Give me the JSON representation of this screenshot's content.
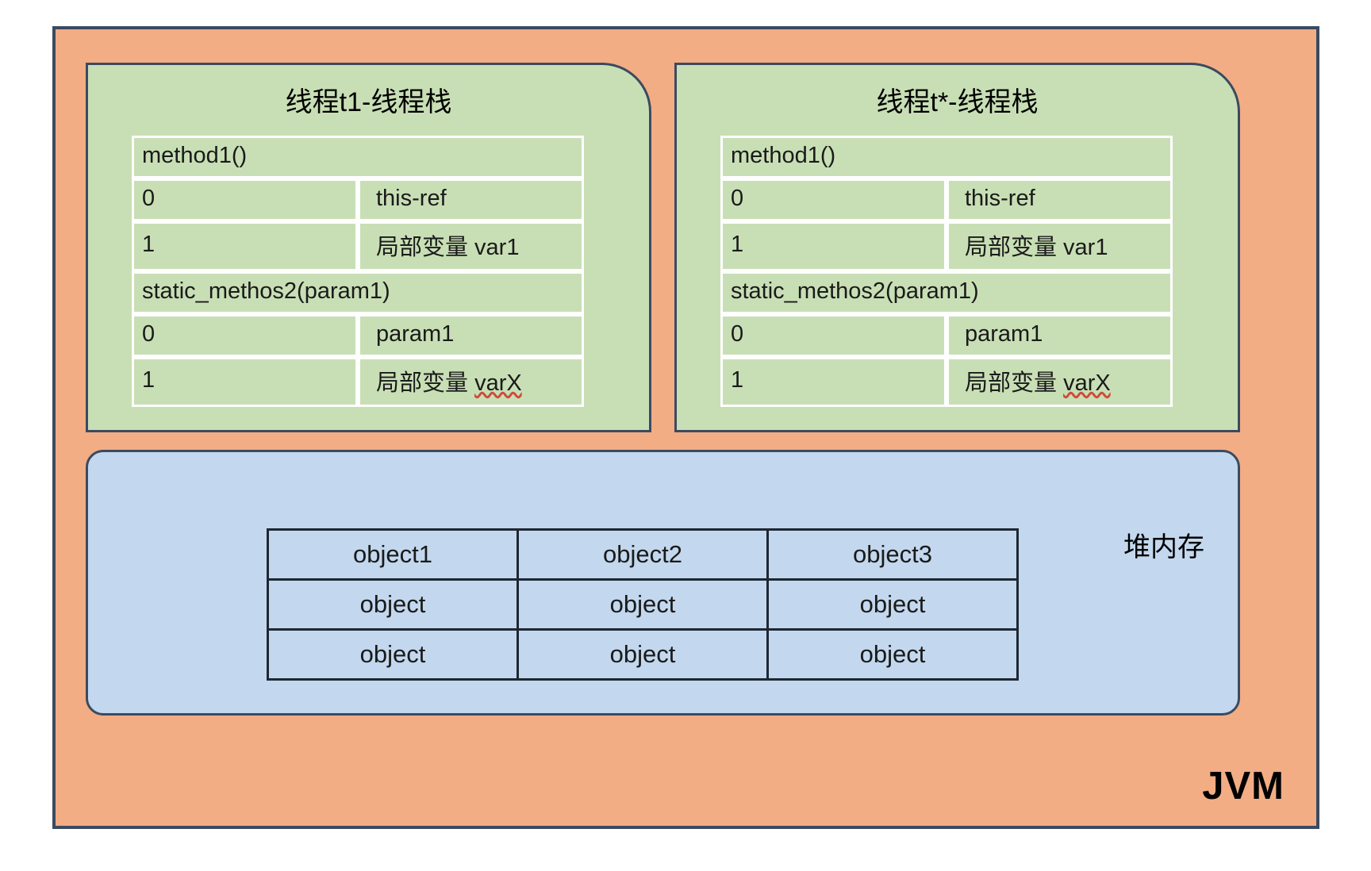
{
  "diagram": {
    "title": "JVM",
    "outer_label": "JVM",
    "colors": {
      "jvm_fill": "#F2AD85",
      "stack_fill": "#C8DFB5",
      "heap_fill": "#C3D8EE",
      "border": "#3B4A61",
      "table_border_light": "#FFFFFF",
      "table_border_dark": "#1E2733",
      "spellcheck_underline": "#D04A3A"
    }
  },
  "stacks": [
    {
      "title": "线程t1-线程栈",
      "frames": [
        {
          "name": "method1()",
          "slots": [
            {
              "index": "0",
              "value": "this-ref",
              "misspelled": false
            },
            {
              "index": "1",
              "value": "局部变量 var1",
              "misspelled": false
            }
          ]
        },
        {
          "name": "static_methos2(param1)",
          "slots": [
            {
              "index": "0",
              "value": "param1",
              "misspelled": false
            },
            {
              "index": "1",
              "value": "局部变量 varX",
              "misspelled": true,
              "plain": "局部变量 ",
              "marked": "varX"
            }
          ]
        }
      ]
    },
    {
      "title": "线程t*-线程栈",
      "frames": [
        {
          "name": "method1()",
          "slots": [
            {
              "index": "0",
              "value": "this-ref",
              "misspelled": false
            },
            {
              "index": "1",
              "value": "局部变量 var1",
              "misspelled": false
            }
          ]
        },
        {
          "name": "static_methos2(param1)",
          "slots": [
            {
              "index": "0",
              "value": "param1",
              "misspelled": false
            },
            {
              "index": "1",
              "value": "局部变量 varX",
              "misspelled": true,
              "plain": "局部变量 ",
              "marked": "varX"
            }
          ]
        }
      ]
    }
  ],
  "heap": {
    "label": "堆内存",
    "rows": [
      [
        "object1",
        "object2",
        "object3"
      ],
      [
        "object",
        "object",
        "object"
      ],
      [
        "object",
        "object",
        "object"
      ]
    ]
  }
}
